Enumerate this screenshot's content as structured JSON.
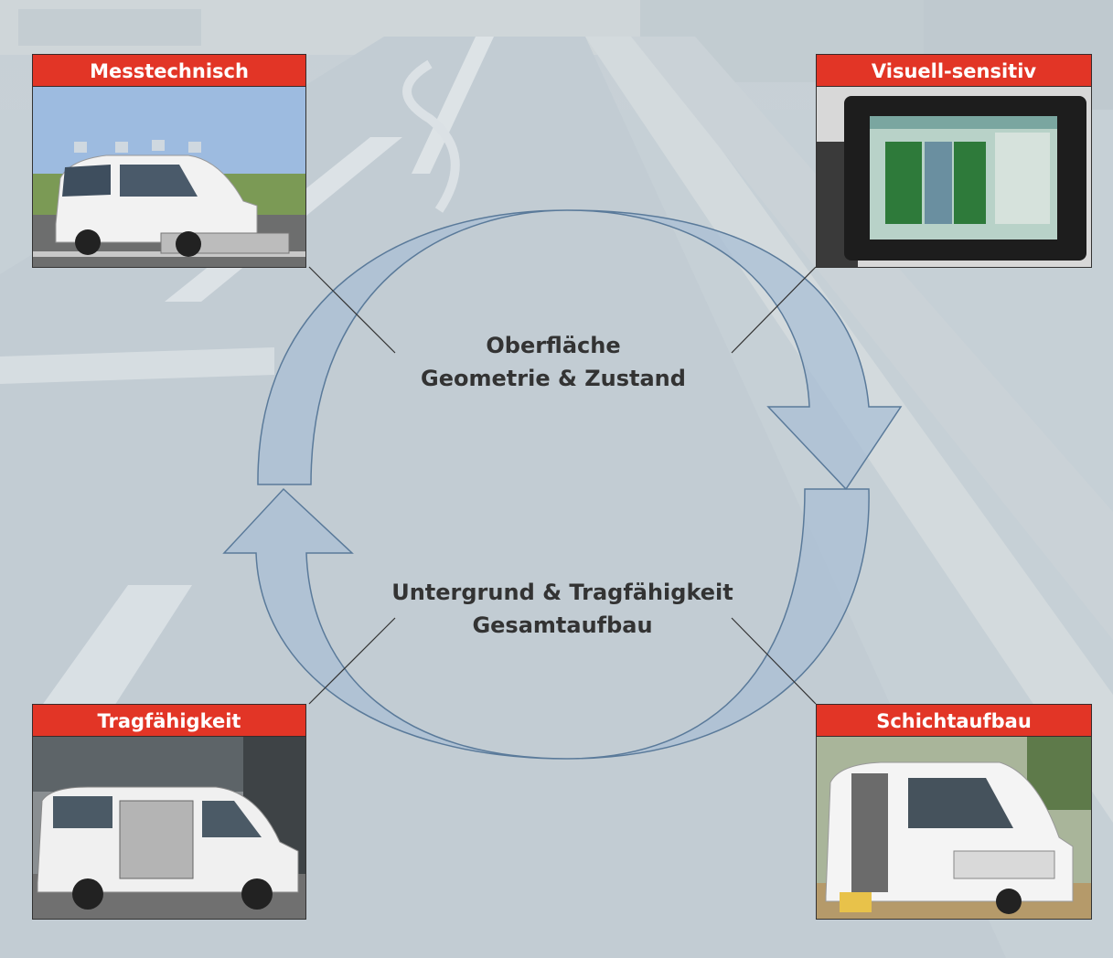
{
  "cards": {
    "top_left": {
      "title": "Messtechnisch",
      "photo": "van-with-sensors-photo"
    },
    "top_right": {
      "title": "Visuell-sensitiv",
      "photo": "dashboard-monitor-photo"
    },
    "bottom_left": {
      "title": "Tragfähigkeit",
      "photo": "van-with-side-equipment-photo"
    },
    "bottom_right": {
      "title": "Schichtaufbau",
      "photo": "van-drilling-photo"
    }
  },
  "cycle": {
    "top_line1": "Oberfläche",
    "top_line2": "Geometrie & Zustand",
    "bottom_line1": "Untergrund & Tragfähigkeit",
    "bottom_line2": "Gesamtaufbau"
  },
  "colors": {
    "header_red": "#e23526",
    "arrow_fill": "#a9bfd4",
    "arrow_stroke": "#5a7a9a",
    "road_bg": "#c9d3d9"
  }
}
